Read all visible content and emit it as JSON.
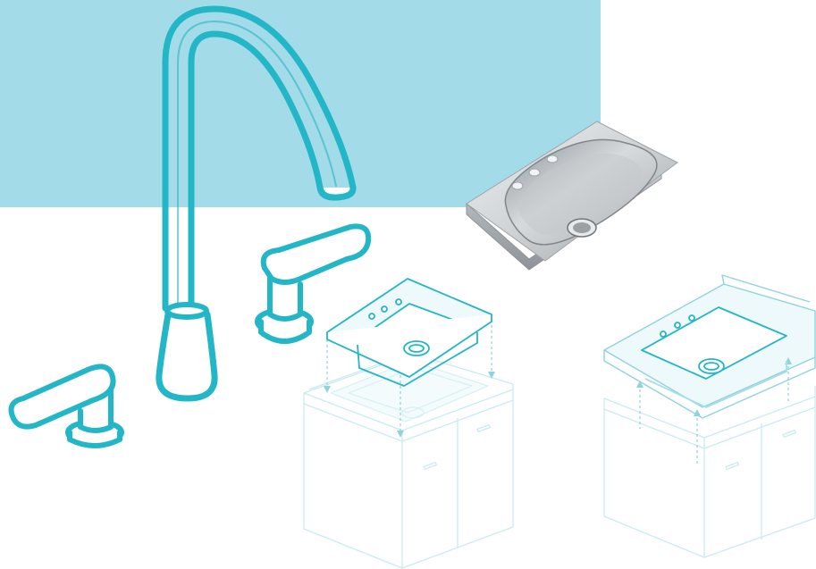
{
  "scene": {
    "description_icons": [
      "blue-backdrop",
      "gooseneck-faucet-icon",
      "right-lever-handle-icon",
      "left-lever-handle-icon",
      "stainless-sink-photo",
      "drop-in-sink-diagram",
      "undermount-sink-diagram"
    ]
  },
  "colors": {
    "backdrop": "#a3dbe8",
    "accent": "#23b6c7",
    "diagram_line": "#8fd3dd",
    "diagram_faint": "#c9ebf0",
    "steel_light": "#e4e7e9",
    "steel_mid": "#b9bec2",
    "steel_dark": "#7f868b"
  }
}
